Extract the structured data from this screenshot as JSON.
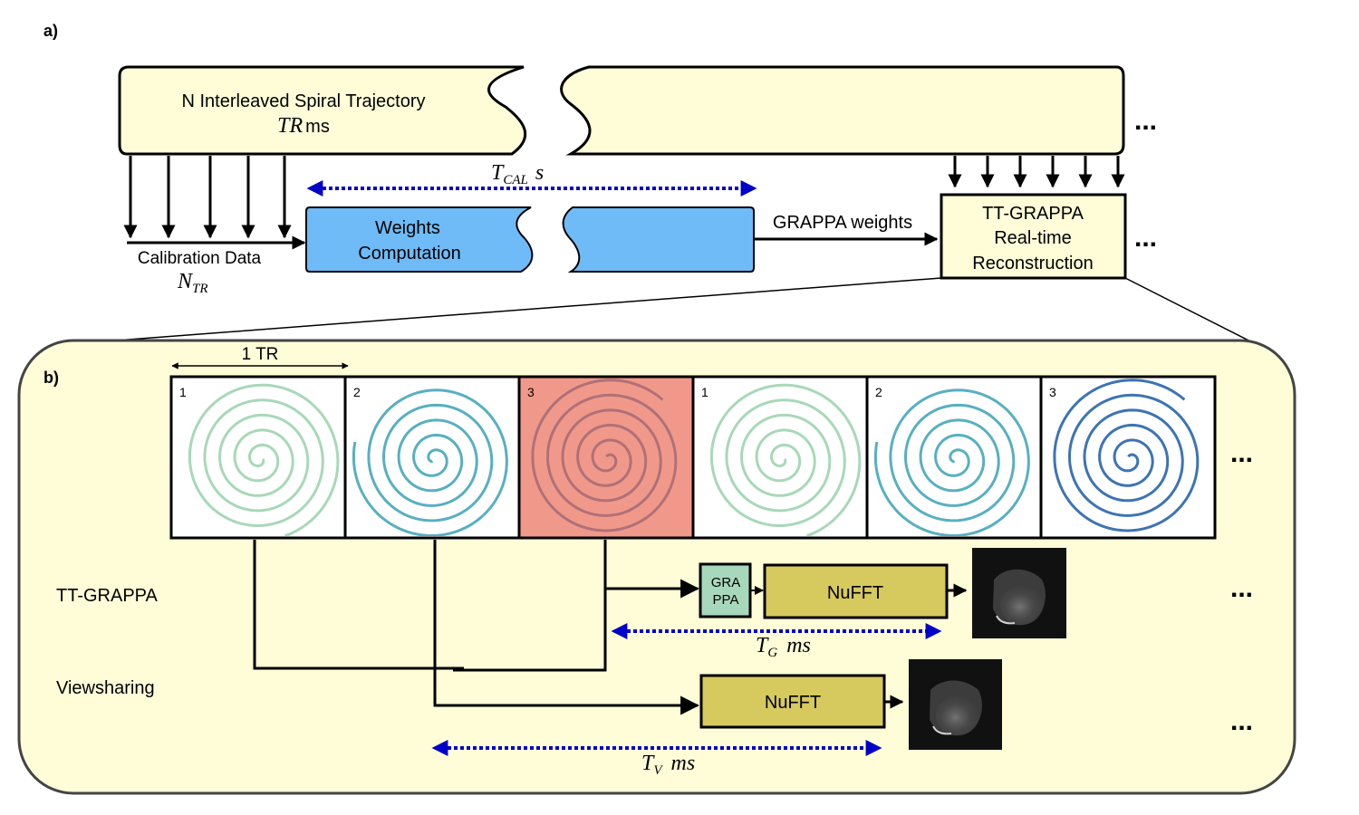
{
  "panel_a": {
    "label": "a)",
    "trajectory_box": {
      "title": "N Interleaved Spiral Trajectory",
      "subtitle_math": "TR",
      "subtitle_unit": "ms"
    },
    "calibration": {
      "label": "Calibration Data",
      "math": "N",
      "math_sub": "TR"
    },
    "weights_box": {
      "line1": "Weights",
      "line2": "Computation"
    },
    "tcal": {
      "math": "T",
      "math_sub": "CAL",
      "unit": "s"
    },
    "grappa_weights_label": "GRAPPA weights",
    "recon_box": {
      "line1": "TT-GRAPPA",
      "line2": "Real-time",
      "line3": "Reconstruction"
    },
    "ellipsis": "..."
  },
  "panel_b": {
    "label": "b)",
    "tr_label": "1 TR",
    "frames": [
      {
        "number": "1",
        "spiral_color": "#a8d8b8",
        "highlighted": false
      },
      {
        "number": "2",
        "spiral_color": "#58b0c0",
        "highlighted": false
      },
      {
        "number": "3",
        "spiral_color": "#b07078",
        "highlighted": true,
        "bg_color": "#f0998a"
      },
      {
        "number": "1",
        "spiral_color": "#a8d8b8",
        "highlighted": false
      },
      {
        "number": "2",
        "spiral_color": "#58b0c0",
        "highlighted": false
      },
      {
        "number": "3",
        "spiral_color": "#3d74b4",
        "highlighted": false
      }
    ],
    "rows": {
      "ttgrappa": {
        "label": "TT-GRAPPA",
        "grappa_box": {
          "line1": "GRA",
          "line2": "PPA"
        },
        "nufft": "NuFFT",
        "time_math": "T",
        "time_sub": "G",
        "time_unit": "ms"
      },
      "viewsharing": {
        "label": "Viewsharing",
        "nufft": "NuFFT",
        "time_math": "T",
        "time_sub": "V",
        "time_unit": "ms"
      }
    },
    "ellipsis": "..."
  },
  "colors": {
    "pale_yellow": "#fefdd8",
    "blue_box": "#6fbbf7",
    "grappa_green": "#a8d8bc",
    "nufft_olive": "#d6c95e",
    "arrow_blue": "#0000c8"
  }
}
